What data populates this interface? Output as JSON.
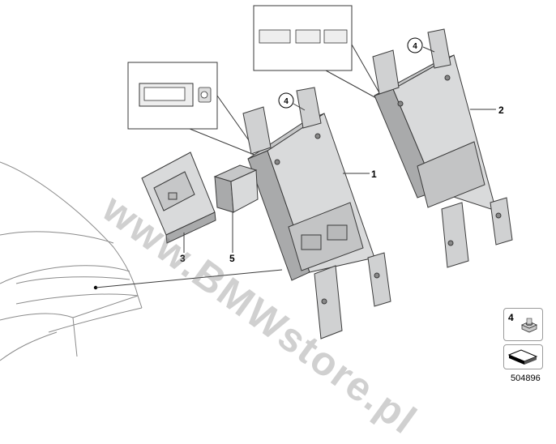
{
  "diagram": {
    "callouts": [
      "1",
      "2",
      "3",
      "4",
      "5"
    ],
    "circled_part": "4",
    "watermark": "www.BMWstore.pl",
    "reference_number": "504896"
  },
  "legend": {
    "part_number": "4",
    "icon": "nut-icon",
    "return_icon": "return-arrow-icon"
  },
  "colors": {
    "line": "#3a3a3a",
    "module_light": "#d9dadb",
    "module_mid": "#c6c7c8",
    "module_dark": "#a9aaab",
    "car_outline": "#8a8a8a"
  }
}
